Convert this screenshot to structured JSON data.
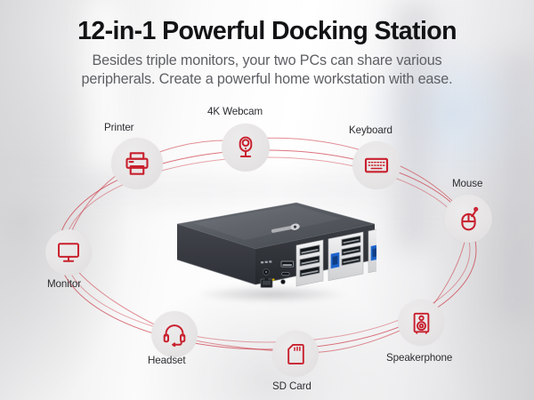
{
  "header": {
    "title": "12-in-1 Powerful Docking Station",
    "subtitle_line1": "Besides triple monitors, your two PCs can share various",
    "subtitle_line2": "peripherals. Create a powerful home workstation with ease."
  },
  "colors": {
    "accent_red": "#C8202E",
    "line_red": "#C8202E",
    "bubble_gray": "#E6E4E4",
    "title_color": "#111315",
    "subtitle_color": "#5D6064",
    "label_color": "#2B2D30",
    "dock_body": "#3A3D42",
    "port_blue": "#1B62C9"
  },
  "peripherals": [
    {
      "id": "printer",
      "label": "Printer",
      "icon": "printer-icon"
    },
    {
      "id": "webcam",
      "label": "4K Webcam",
      "icon": "webcam-icon"
    },
    {
      "id": "keyboard",
      "label": "Keyboard",
      "icon": "keyboard-icon"
    },
    {
      "id": "mouse",
      "label": "Mouse",
      "icon": "mouse-icon"
    },
    {
      "id": "speakerphone",
      "label": "Speakerphone",
      "icon": "speaker-icon"
    },
    {
      "id": "sdcard",
      "label": "SD Card",
      "icon": "sd-card-icon"
    },
    {
      "id": "headset",
      "label": "Headset",
      "icon": "headset-icon"
    },
    {
      "id": "monitor",
      "label": "Monitor",
      "icon": "monitor-icon"
    }
  ],
  "device": {
    "name": "docking-station",
    "brand_mark": "",
    "ports": [
      "power-jack",
      "ethernet-port",
      "usb-a-port",
      "usb-c-port",
      "usb-a-port",
      "usb-a-port",
      "usb-a-port",
      "usb-b-upstream",
      "hdmi-port",
      "hdmi-port",
      "usb-b-upstream",
      "hdmi-port",
      "hdmi-port"
    ]
  }
}
